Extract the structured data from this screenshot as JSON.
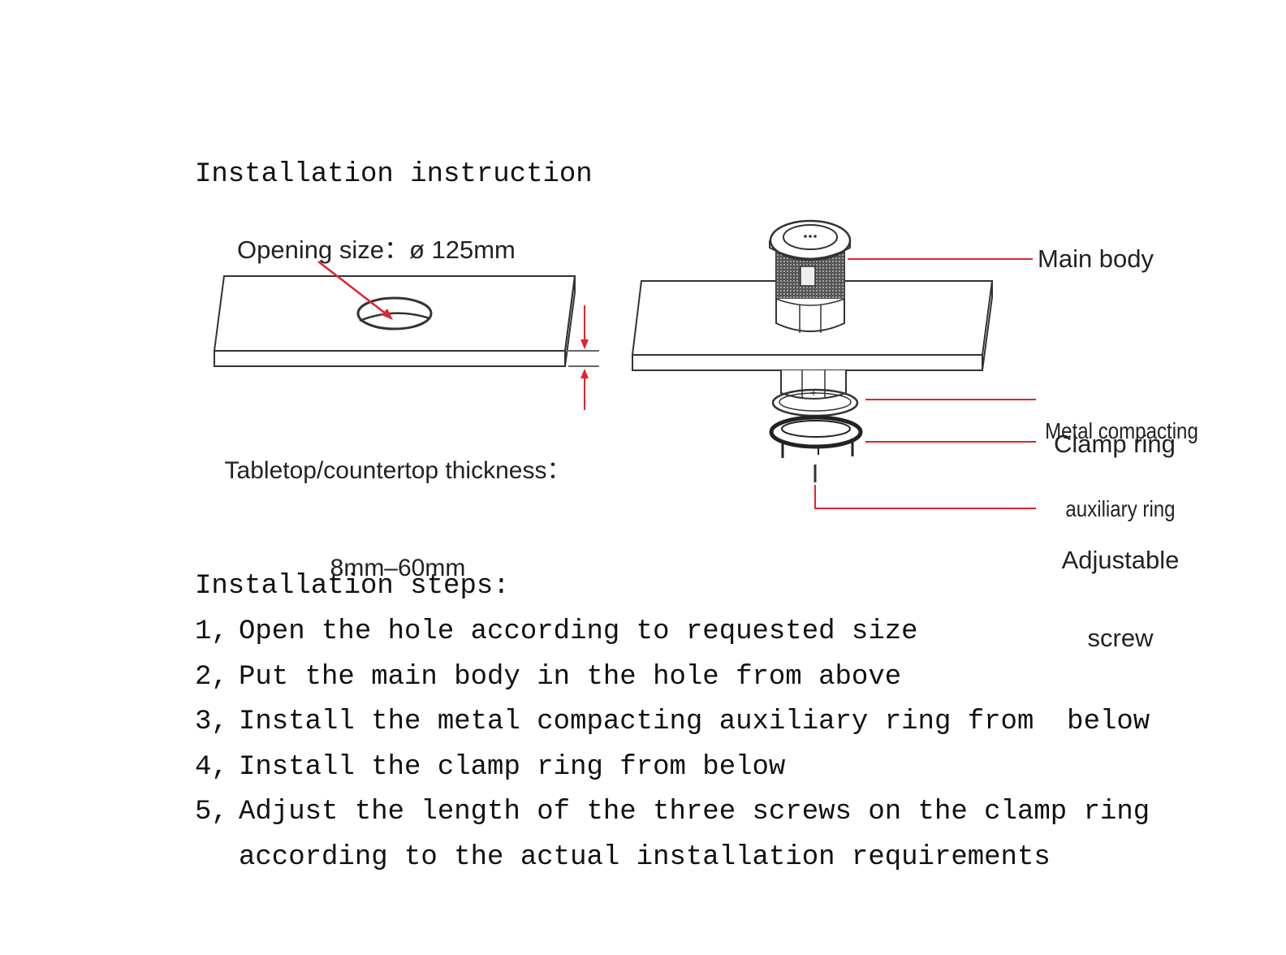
{
  "heading": "Installation instruction",
  "left_figure": {
    "opening_label": "Opening size：ø 125mm",
    "thickness_label_line1": "Tabletop/countertop thickness：",
    "thickness_label_line2": "8mm–60mm"
  },
  "right_figure": {
    "main_body": "Main body",
    "metal_ring_line1": "Metal compacting",
    "metal_ring_line2": "auxiliary ring",
    "clamp_ring": "Clamp ring",
    "screw_line1": "Adjustable",
    "screw_line2": "screw"
  },
  "steps_title": "Installation steps:",
  "steps": [
    {
      "num": "1,",
      "text": "Open the hole according to requested size"
    },
    {
      "num": "2,",
      "text": "Put the main body in the hole from above"
    },
    {
      "num": "3,",
      "text": "Install the metal compacting auxiliary ring from  below"
    },
    {
      "num": "4,",
      "text": "Install the clamp ring from below"
    },
    {
      "num": "5,",
      "text": "Adjust the length of the three screws on the clamp ring"
    }
  ],
  "step5_continuation": "according to the actual installation requirements",
  "colors": {
    "leader_line": "#e0242b",
    "outline": "#333333"
  },
  "icons": [
    "tabletop-hole",
    "arrow-down",
    "arrow-up",
    "socket-main-body",
    "metal-ring",
    "clamp-ring",
    "screw"
  ]
}
